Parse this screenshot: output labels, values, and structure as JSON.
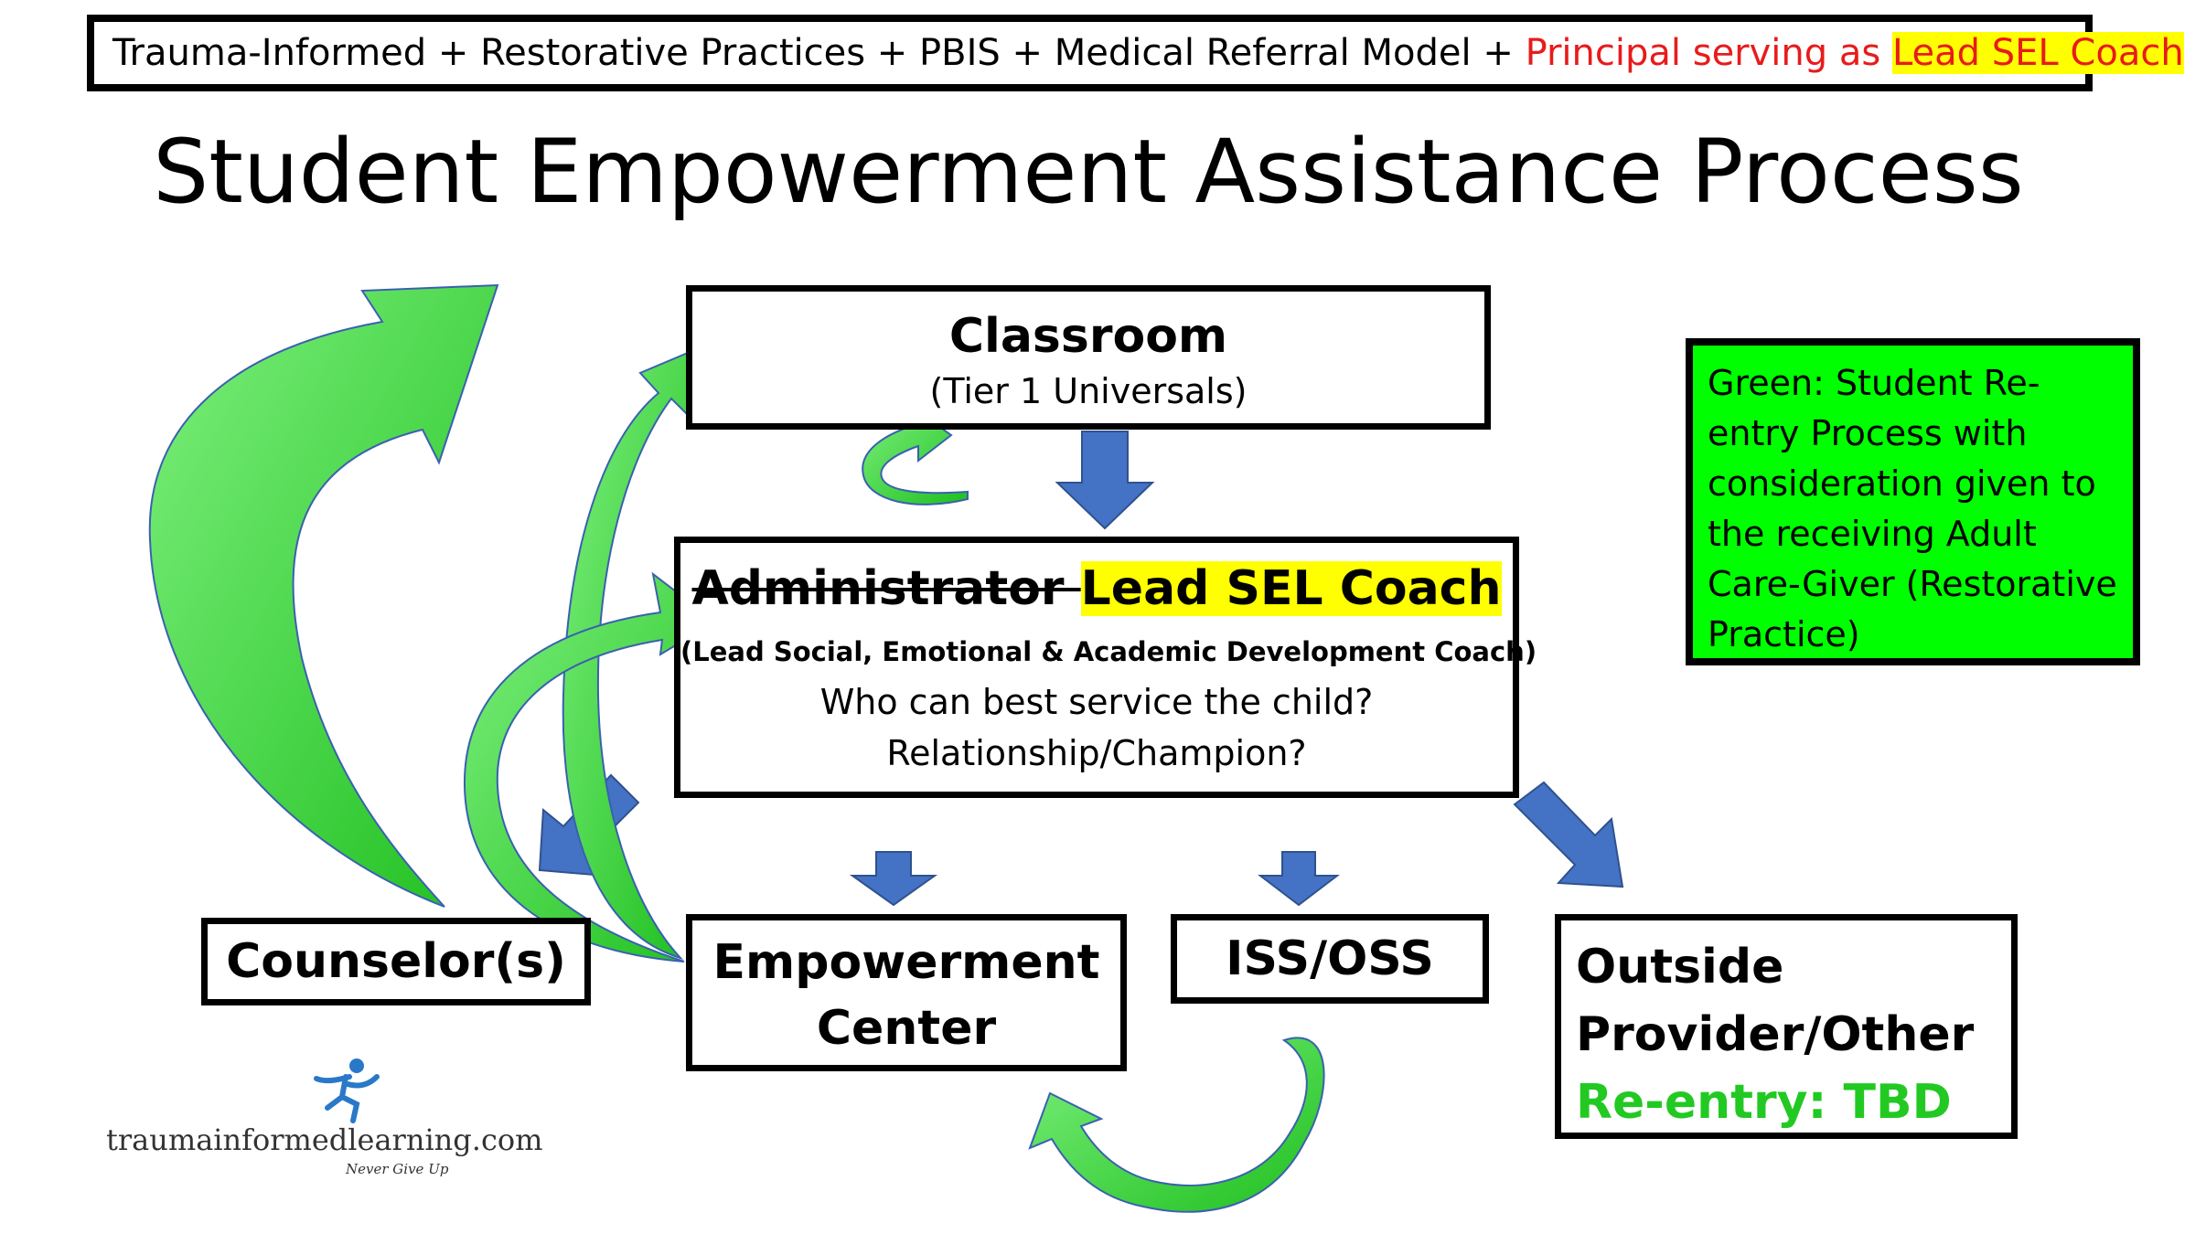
{
  "banner": {
    "part1": "Trauma-Informed + Restorative Practices + PBIS + Medical Referral Model + ",
    "part2": "Principal serving as ",
    "part3": "Lead SEL Coach"
  },
  "title": "Student Empowerment Assistance Process",
  "classroom": {
    "heading": "Classroom",
    "sub": "(Tier 1 Universals)"
  },
  "coach": {
    "struck": "Administrator ",
    "heading": "Lead SEL Coach",
    "sub": "(Lead Social, Emotional & Academic Development Coach)",
    "q1": "Who can best service the child?",
    "q2": "Relationship/Champion?"
  },
  "counselor": "Counselor(s)",
  "empowerment": {
    "line1": "Empowerment",
    "line2": "Center"
  },
  "iss": "ISS/OSS",
  "outside": {
    "line1": "Outside",
    "line2": "Provider/Other",
    "line3": "Re-entry: TBD"
  },
  "legend": "Green: Student Re-entry Process with consideration given to the receiving Adult Care-Giver (Restorative Practice)",
  "logo": {
    "site": "traumainformedlearning.com",
    "tagline": "Never Give Up"
  },
  "colors": {
    "green_arrow": "#2ecc2e",
    "blue_arrow": "#4472c4",
    "legend_bg": "#00ff00",
    "banner_red": "#e81b1b",
    "highlight": "#ffff00"
  }
}
